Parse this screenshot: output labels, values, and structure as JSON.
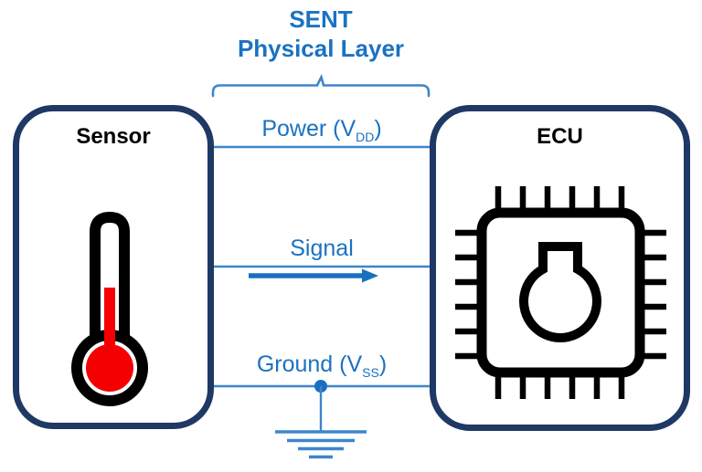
{
  "title": {
    "line1": "SENT",
    "line2": "Physical Layer"
  },
  "blocks": {
    "sensor_label": "Sensor",
    "ecu_label": "ECU"
  },
  "connections": {
    "power": {
      "pre": "Power (V",
      "sub": "DD",
      "post": ")"
    },
    "signal": {
      "label": "Signal"
    },
    "ground": {
      "pre": "Ground (V",
      "sub": "SS",
      "post": ")"
    }
  },
  "icons": {
    "sensor": "thermometer-icon",
    "ecu": "chip-icon",
    "signal": "right-arrow-icon",
    "ground": "earth-ground-symbol",
    "bracket": "brace-over-physical-layer"
  },
  "colors": {
    "title_blue": "#1B72C0",
    "wire_blue": "#3D86CC",
    "arrow_blue": "#1B6FC1",
    "box_border_navy": "#1F3864",
    "thermometer_red": "#F40000",
    "icon_black": "#000000"
  }
}
